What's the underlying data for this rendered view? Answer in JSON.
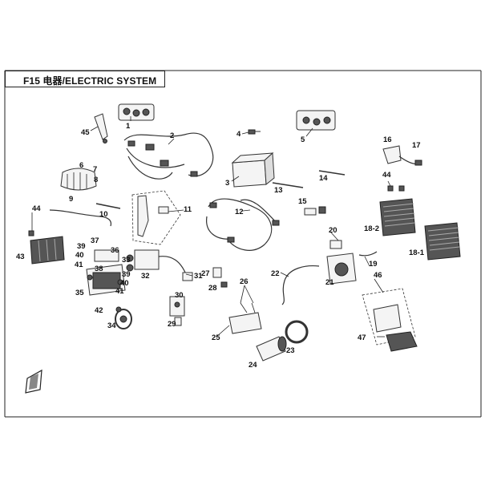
{
  "title": "F15 电器/ELECTRIC SYSTEM",
  "callouts": [
    "1",
    "2",
    "3",
    "4",
    "5",
    "6",
    "7",
    "8",
    "9",
    "10",
    "11",
    "12",
    "13",
    "14",
    "15",
    "16",
    "17",
    "18-2",
    "18-1",
    "19",
    "20",
    "21",
    "22",
    "23",
    "24",
    "25",
    "26",
    "27",
    "28",
    "29",
    "30",
    "31",
    "32",
    "33",
    "34",
    "35",
    "36",
    "37",
    "38",
    "39",
    "40",
    "41",
    "42",
    "43",
    "44",
    "45",
    "46",
    "47"
  ]
}
